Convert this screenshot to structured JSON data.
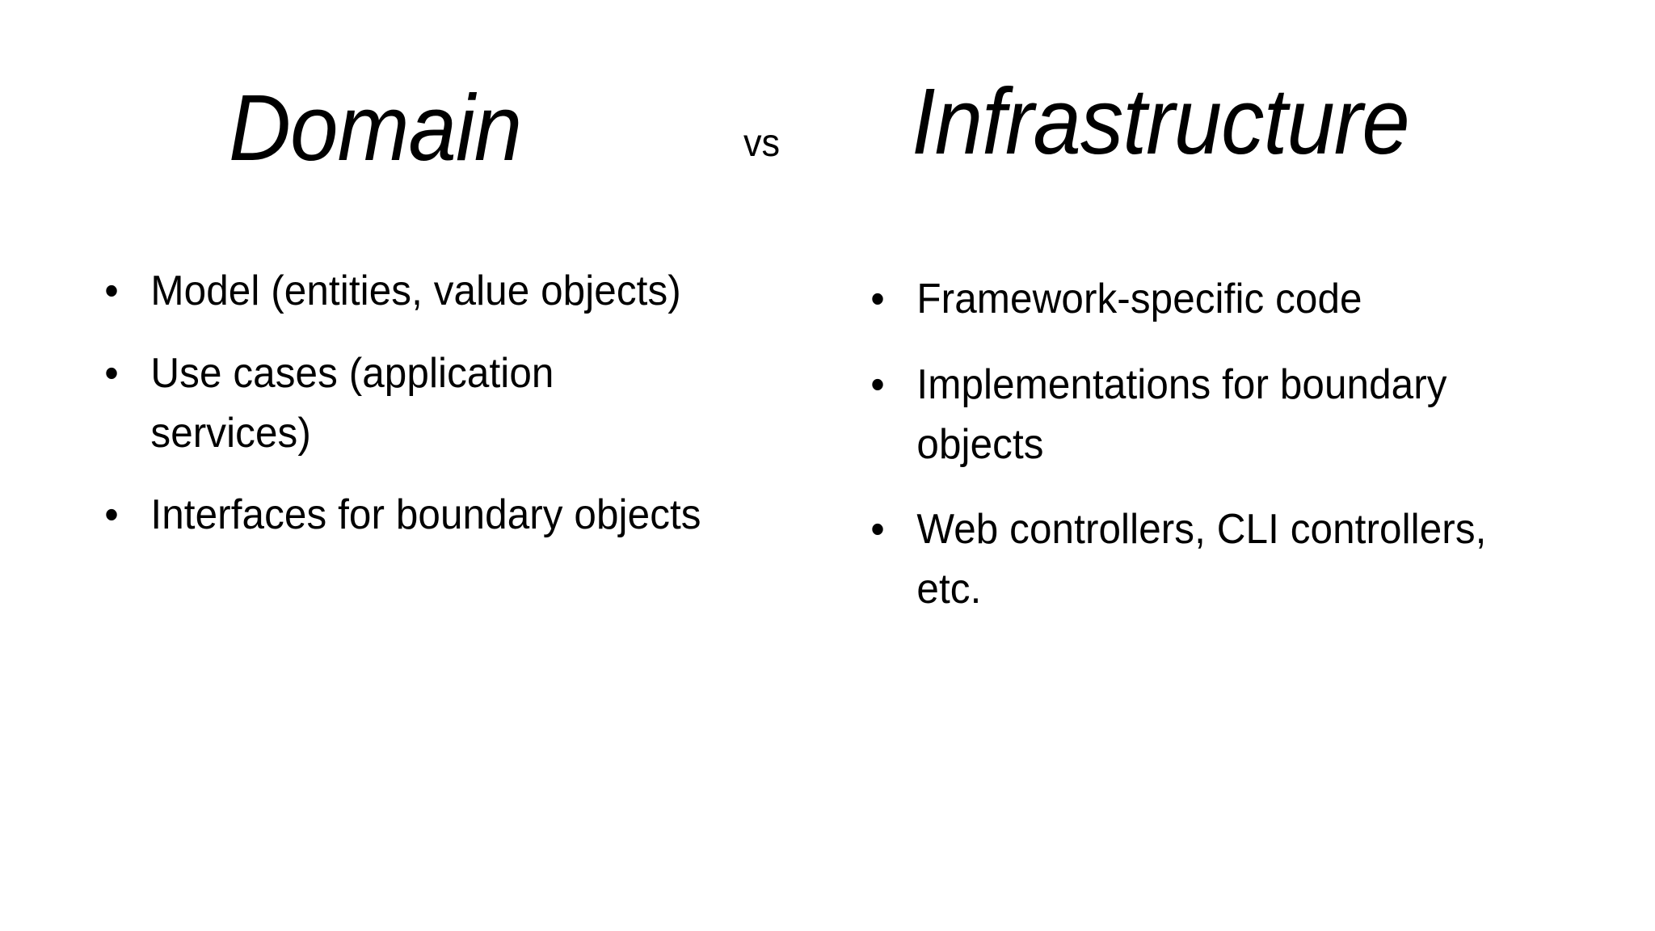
{
  "slide": {
    "background_color": "#ffffff",
    "text_color": "#000000",
    "heading": {
      "left_title": "Domain",
      "separator": "vs",
      "right_title": "Infrastructure"
    },
    "bullet_marker": "•",
    "columns": {
      "left": {
        "title": "Domain",
        "items": [
          "Model (entities, value objects)",
          "Use cases (application services)",
          "Interfaces for boundary objects"
        ]
      },
      "right": {
        "title": "Infrastructure",
        "items": [
          "Framework-specific code",
          "Implementations for boundary objects",
          "Web controllers, CLI controllers, etc."
        ]
      }
    }
  }
}
